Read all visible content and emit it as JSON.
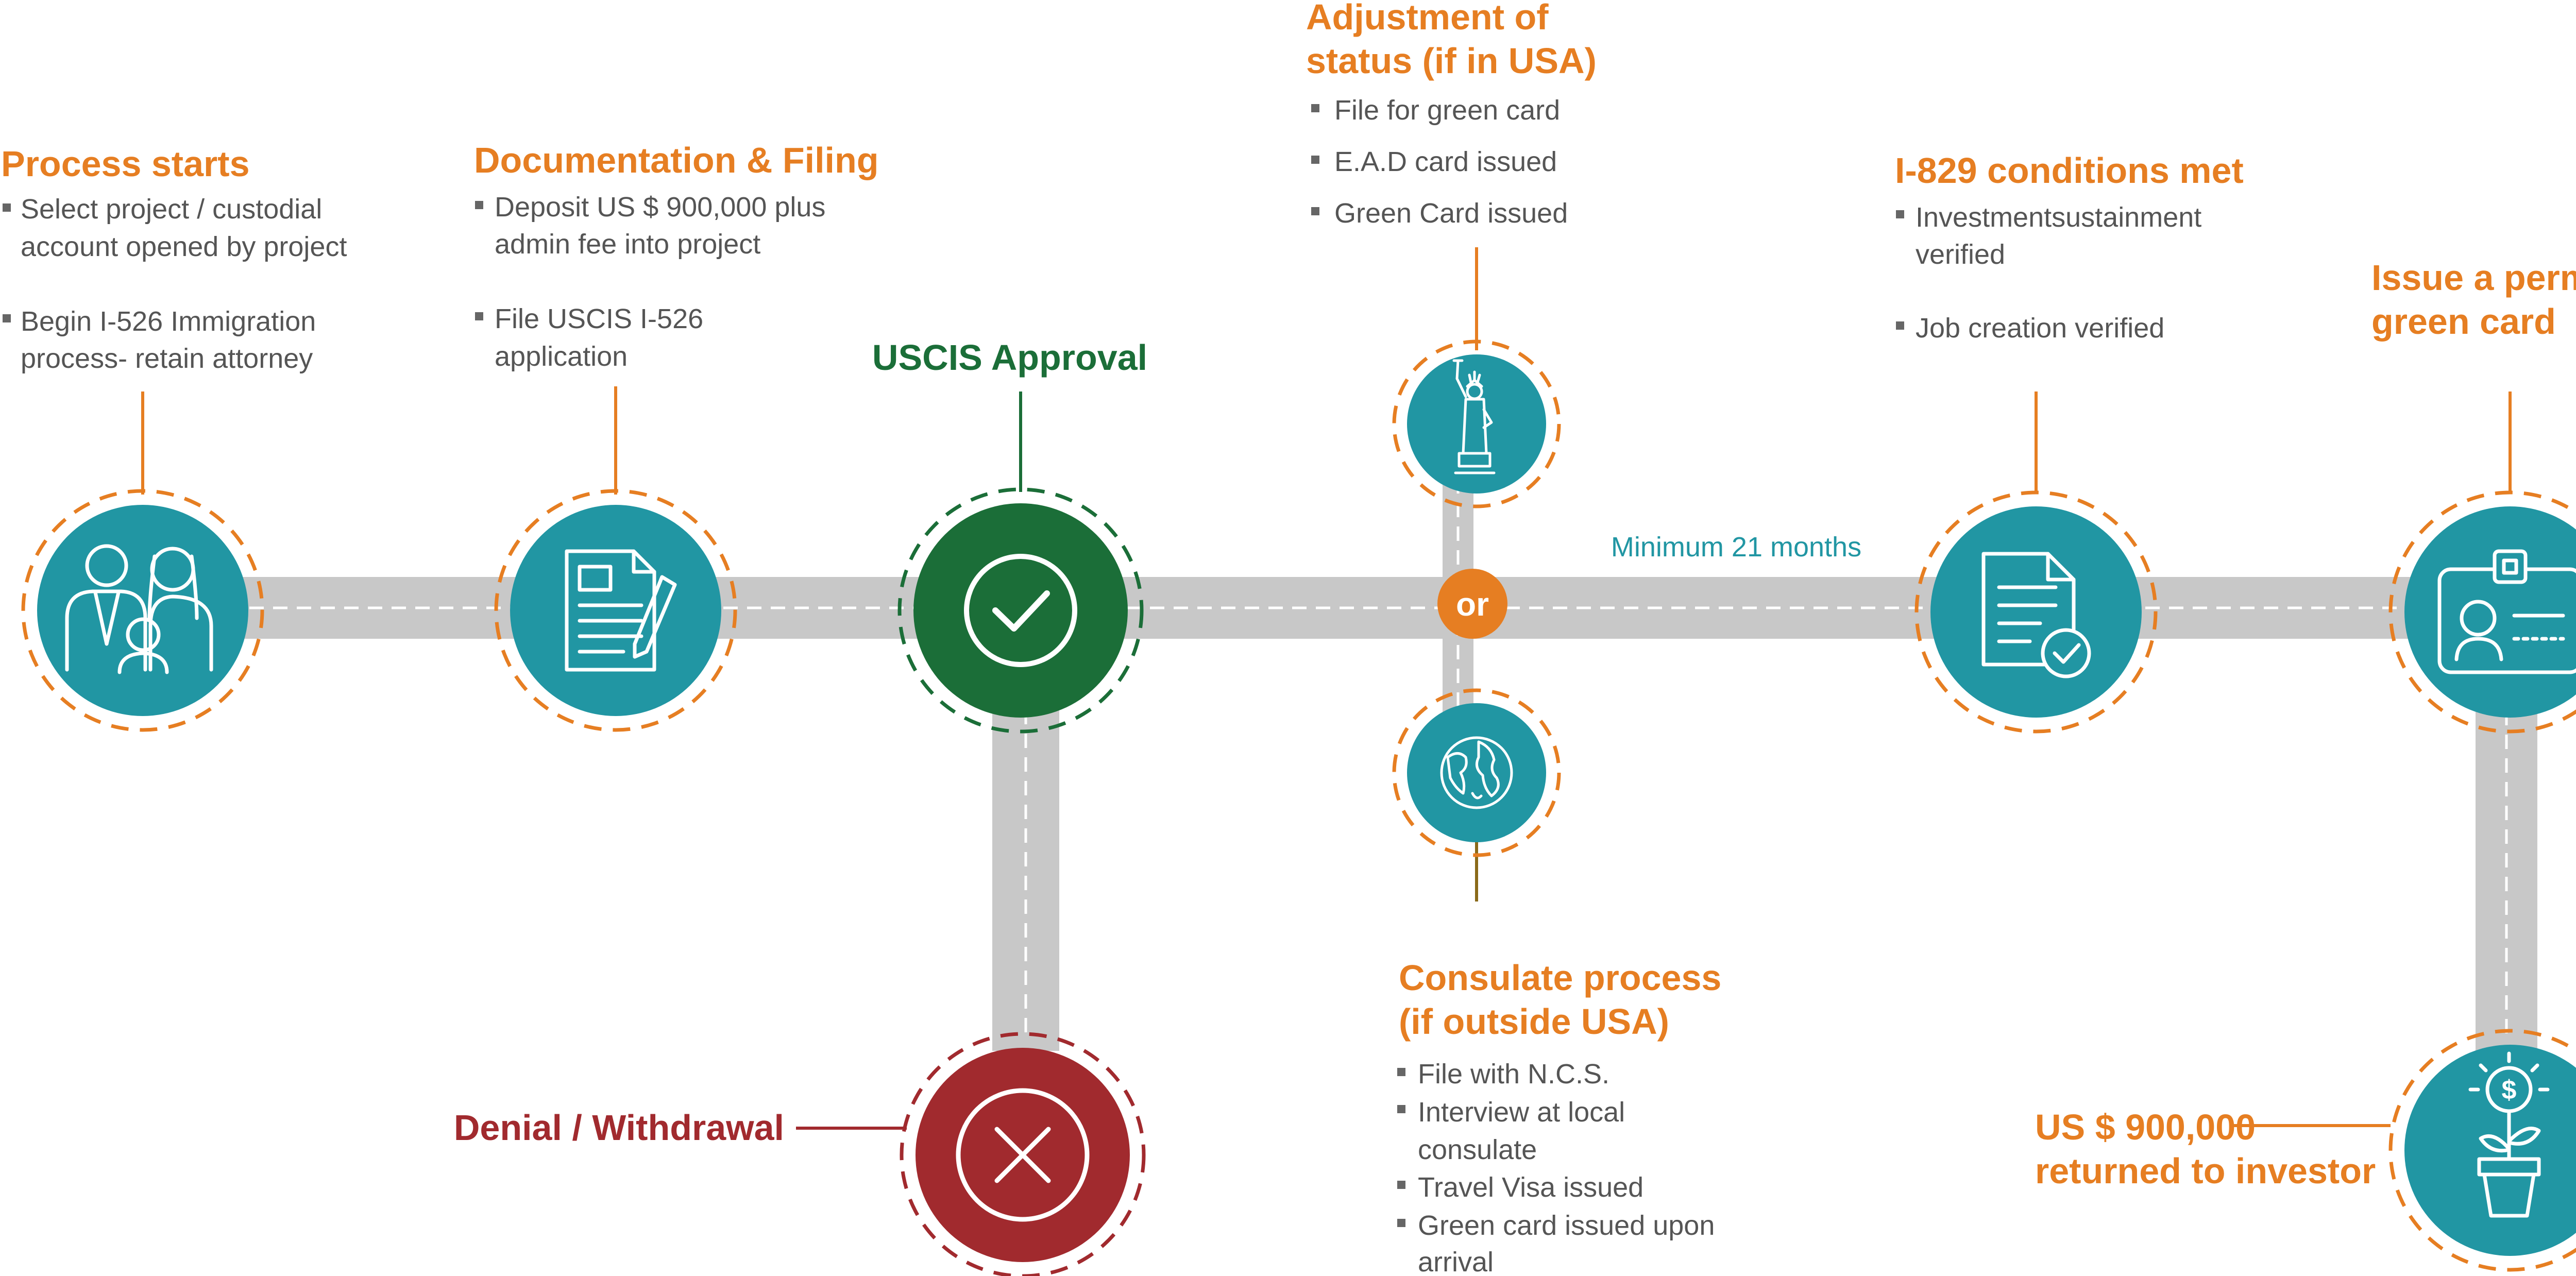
{
  "colors": {
    "orange": "#E67E22",
    "teal": "#2196A3",
    "green": "#1B6E38",
    "red": "#A12A2E",
    "road": "#C8C8C8",
    "text": "#555555"
  },
  "steps": [
    {
      "title": "Process starts",
      "bullets": [
        "Select project / custodial",
        "account opened by project",
        "Begin I-526 Immigration",
        "process- retain attorney"
      ],
      "icon": "family-icon"
    },
    {
      "title": "Documentation & Filing",
      "bullets": [
        "Deposit US $ 900,000 plus",
        "admin fee into project",
        "File USCIS I-526",
        "application"
      ],
      "icon": "document-pen-icon"
    },
    {
      "title": "USCIS Approval",
      "icon": "check-circle-icon"
    },
    {
      "title": "Denial / Withdrawal",
      "icon": "x-circle-icon"
    }
  ],
  "adjustment": {
    "title_lines": [
      "Adjustment of",
      "status (if in USA)"
    ],
    "bullets": [
      "File for green card",
      "E.A.D card issued",
      "Green Card issued"
    ],
    "icon": "statue-of-liberty-icon"
  },
  "junction": {
    "label": "or"
  },
  "duration": "Minimum 21 months",
  "consulate": {
    "title_lines": [
      "Consulate process",
      "(if outside USA)"
    ],
    "bullets": [
      "File with N.C.S.",
      "Interview at local",
      "consulate",
      "Travel Visa issued",
      "Green card issued upon",
      "arrival"
    ],
    "icon": "globe-icon"
  },
  "i829": {
    "title": "I-829 conditions met",
    "bullets": [
      "Investmentsustainment",
      "verified",
      "Job creation verified"
    ],
    "icon": "document-check-icon"
  },
  "green_card": {
    "title_lines": [
      "Issue a permanent",
      "green card"
    ],
    "icon": "id-card-icon"
  },
  "returned": {
    "title_lines": [
      "US $ 900,000",
      "returned to investor"
    ],
    "icon": "money-plant-icon"
  }
}
